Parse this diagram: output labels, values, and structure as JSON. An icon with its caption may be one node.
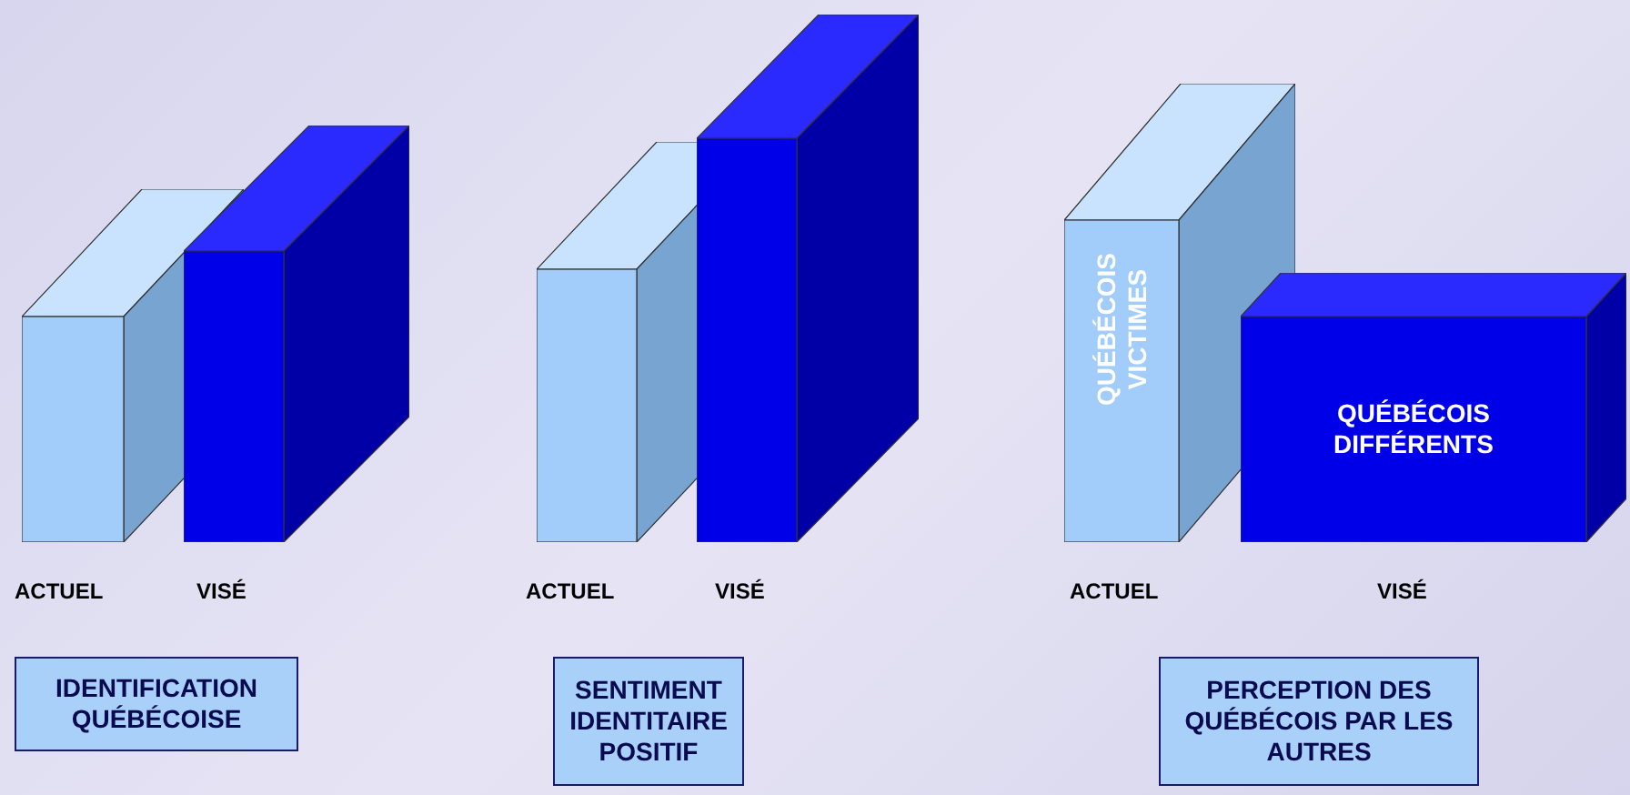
{
  "diagram": {
    "nodes": [
      {
        "text": [],
        "shape": "box"
      },
      {
        "text": [],
        "shape": "box"
      },
      {
        "text": [],
        "shape": "box"
      },
      {
        "text": [],
        "shape": "box"
      },
      {
        "text": [
          "QUÉBÉCOIS VICTIMES"
        ]
      },
      {
        "text": [
          "QUÉBÉCOIS DIFFÉRENTS"
        ]
      },
      {
        "text": [
          "IDENTIFICATION QUÉBÉCOISE"
        ]
      },
      {
        "text": [
          "SENTIMENT IDENTITAIRE POSITIF"
        ]
      },
      {
        "text": [
          "PERCEPTION DES QUÉBÉCOIS PAR LES AUTRES"
        ]
      }
    ],
    "edges": [],
    "labels": [
      "ACTUEL",
      "VISÉ",
      "ACTUEL",
      "VISÉ",
      "ACTUEL",
      "VISÉ"
    ]
  }
}
